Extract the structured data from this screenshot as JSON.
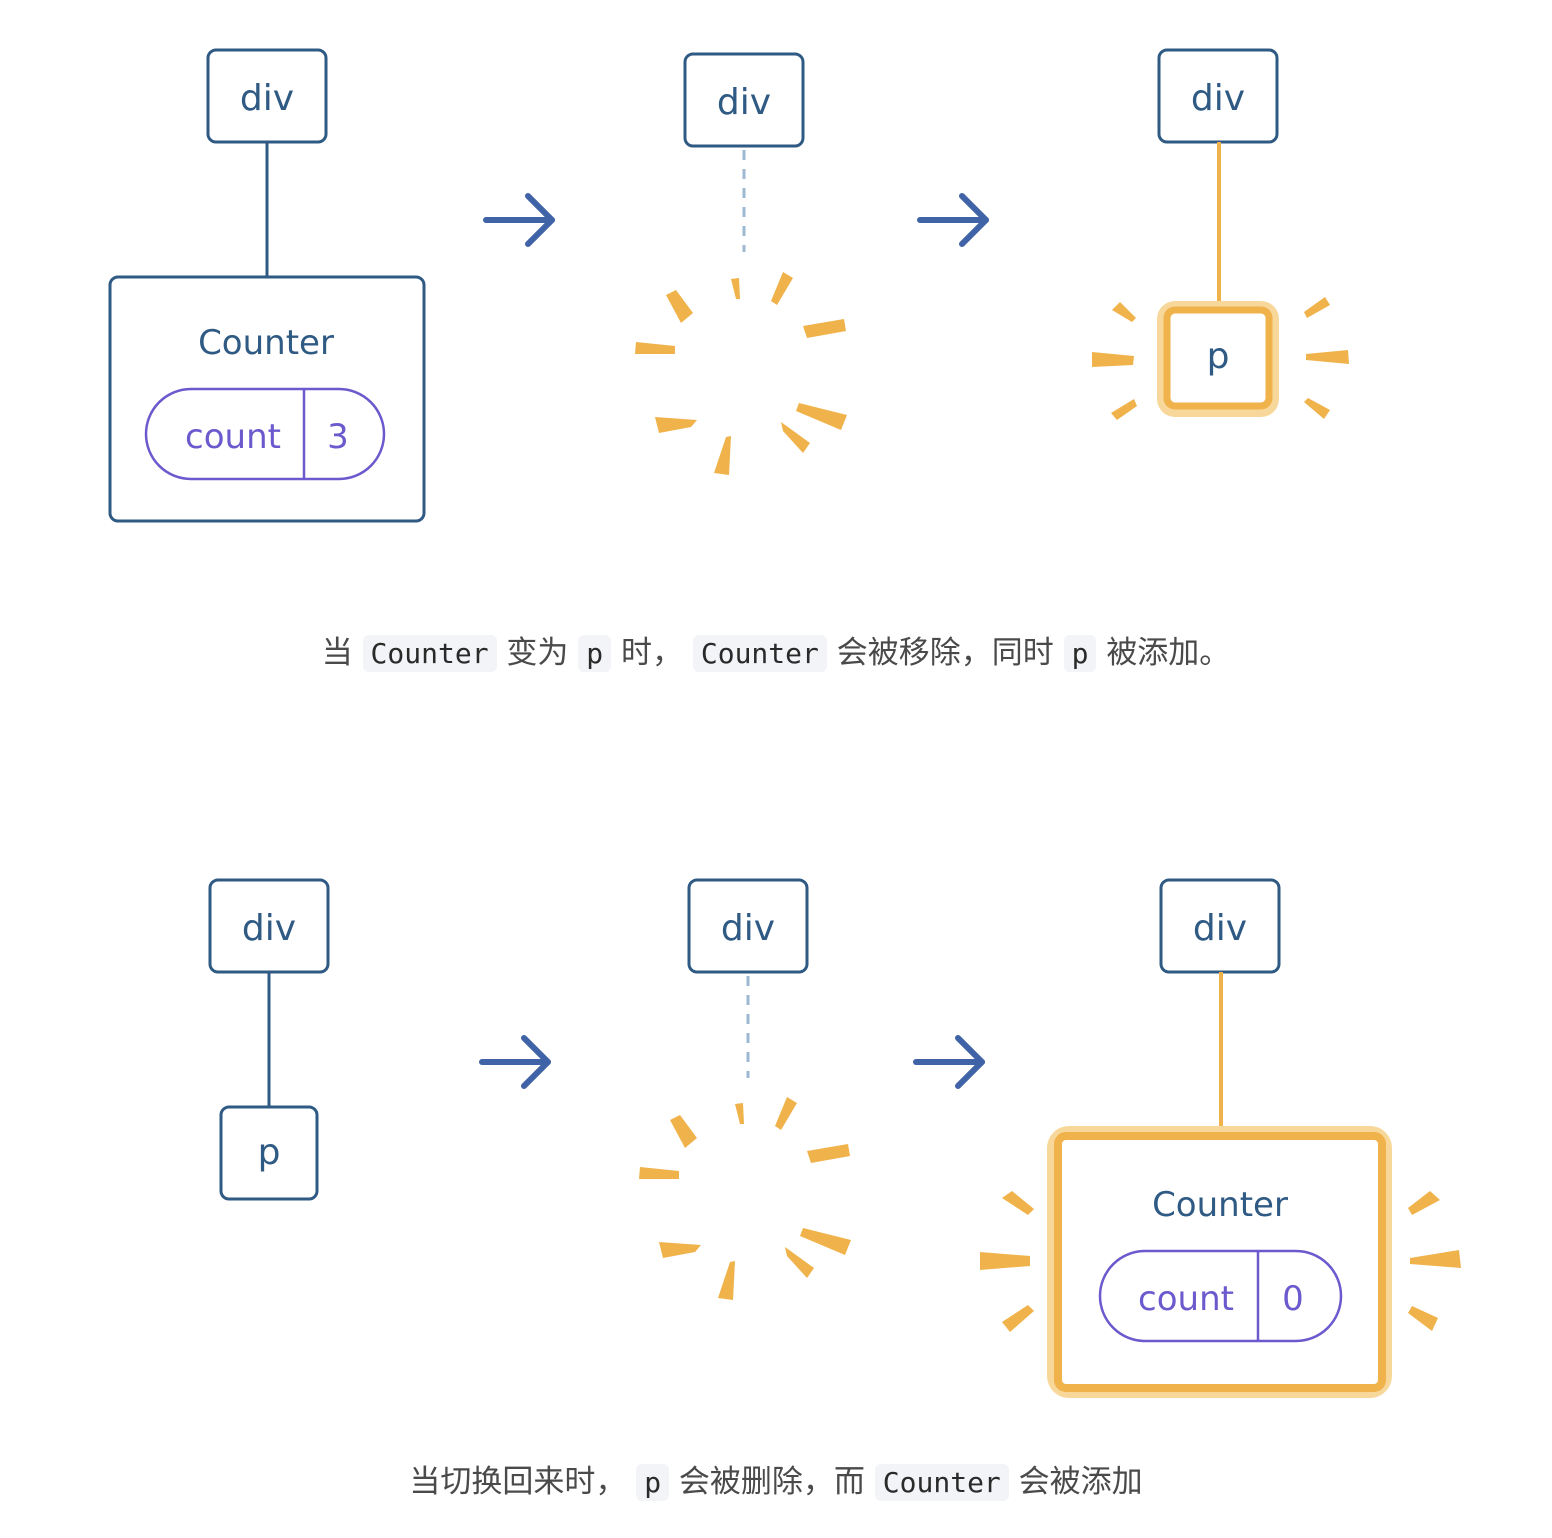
{
  "colors": {
    "node_stroke": "#2f5a83",
    "node_text": "#2f5a83",
    "count_pill": "#6a5acd",
    "highlight": "#f0b24a",
    "highlight_glow": "#f7d89a",
    "dashed_connector": "#9db8d2",
    "arrow": "#3f63a6"
  },
  "icons": [
    "arrow-right-icon",
    "sparkle-burst-icon"
  ],
  "top_row": {
    "stage1": {
      "parent": "div",
      "child_title": "Counter",
      "count_label": "count",
      "count_value": "3"
    },
    "stage2": {
      "parent": "div"
    },
    "stage3": {
      "parent": "div",
      "child": "p"
    },
    "caption": {
      "t1": "当",
      "c1": "Counter",
      "t2": "变为",
      "c2": "p",
      "t3": "时，",
      "c3": "Counter",
      "t4": "会被移除，同时",
      "c4": "p",
      "t5": "被添加。"
    }
  },
  "bottom_row": {
    "stage1": {
      "parent": "div",
      "child": "p"
    },
    "stage2": {
      "parent": "div"
    },
    "stage3": {
      "parent": "div",
      "child_title": "Counter",
      "count_label": "count",
      "count_value": "0"
    },
    "caption": {
      "t1": "当切换回来时，",
      "c1": "p",
      "t2": "会被删除，而",
      "c2": "Counter",
      "t3": "会被添加"
    }
  }
}
